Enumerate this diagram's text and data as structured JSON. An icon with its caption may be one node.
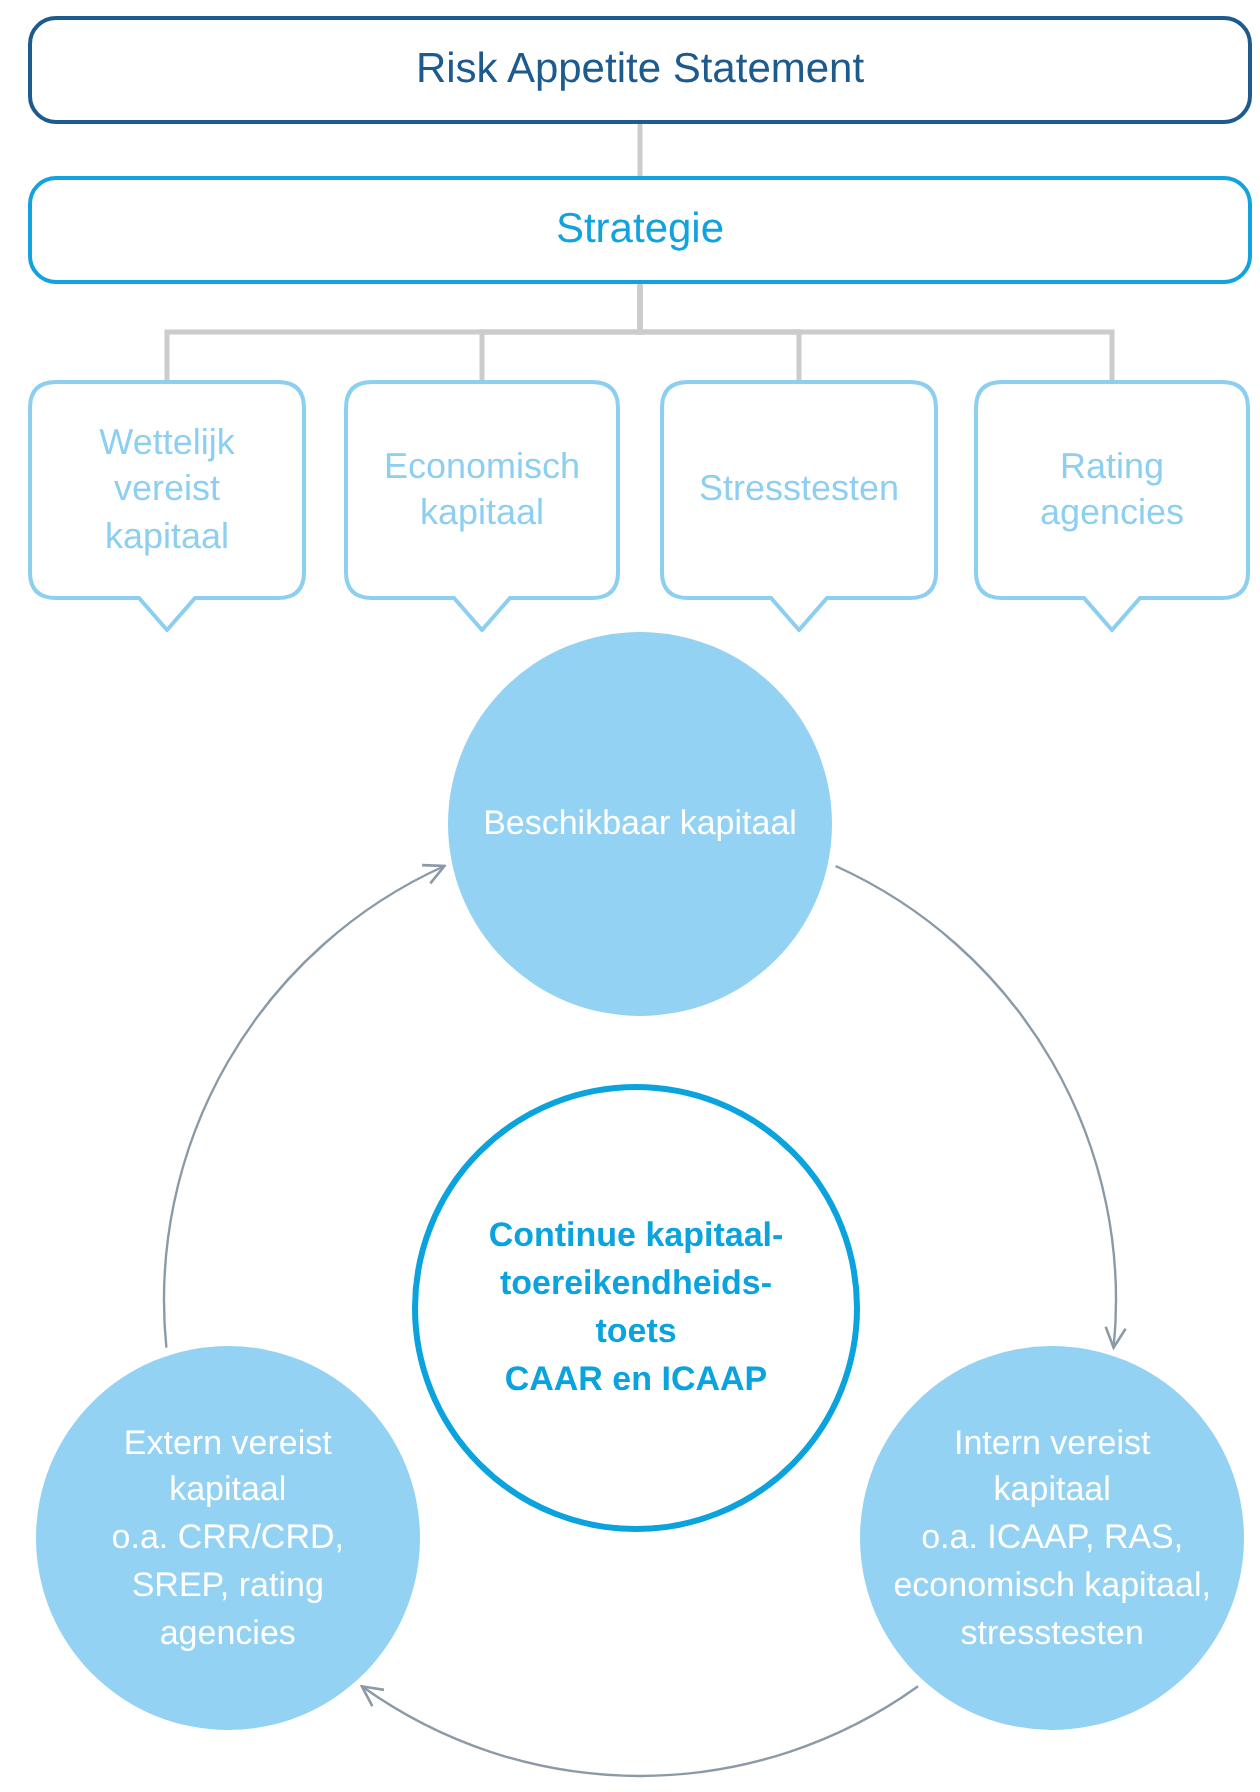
{
  "diagram": {
    "nodes": [
      {
        "text": [
          "Risk Appetite Statement"
        ]
      },
      {
        "text": [
          "Strategie"
        ]
      },
      {
        "text": [
          "Wettelijk vereist kapitaal"
        ]
      },
      {
        "text": [
          "Economisch kapitaal"
        ]
      },
      {
        "text": [
          "Stresstesten"
        ]
      },
      {
        "text": [
          "Rating agencies"
        ]
      },
      {
        "text": [
          "Beschikbaar kapitaal"
        ]
      },
      {
        "text": [
          "Continue kapitaal- toereikendheids- toets",
          "CAAR en ICAAP"
        ]
      },
      {
        "text": [
          "Intern vereist kapitaal",
          "o.a. ICAAP, RAS, economisch kapitaal, stresstesten"
        ]
      },
      {
        "text": [
          "Extern vereist kapitaal",
          "o.a. CRR/CRD, SREP, rating agencies"
        ]
      }
    ],
    "edges": [
      {
        "from": 0,
        "to": 1,
        "arrow": "none"
      },
      {
        "from": 1,
        "to": 2,
        "arrow": "none"
      },
      {
        "from": 1,
        "to": 3,
        "arrow": "none"
      },
      {
        "from": 1,
        "to": 4,
        "arrow": "none"
      },
      {
        "from": 1,
        "to": 5,
        "arrow": "none"
      },
      {
        "from": 6,
        "to": 8,
        "arrow": "to"
      },
      {
        "from": 8,
        "to": 9,
        "arrow": "to"
      },
      {
        "from": 9,
        "to": 6,
        "arrow": "to"
      }
    ]
  }
}
